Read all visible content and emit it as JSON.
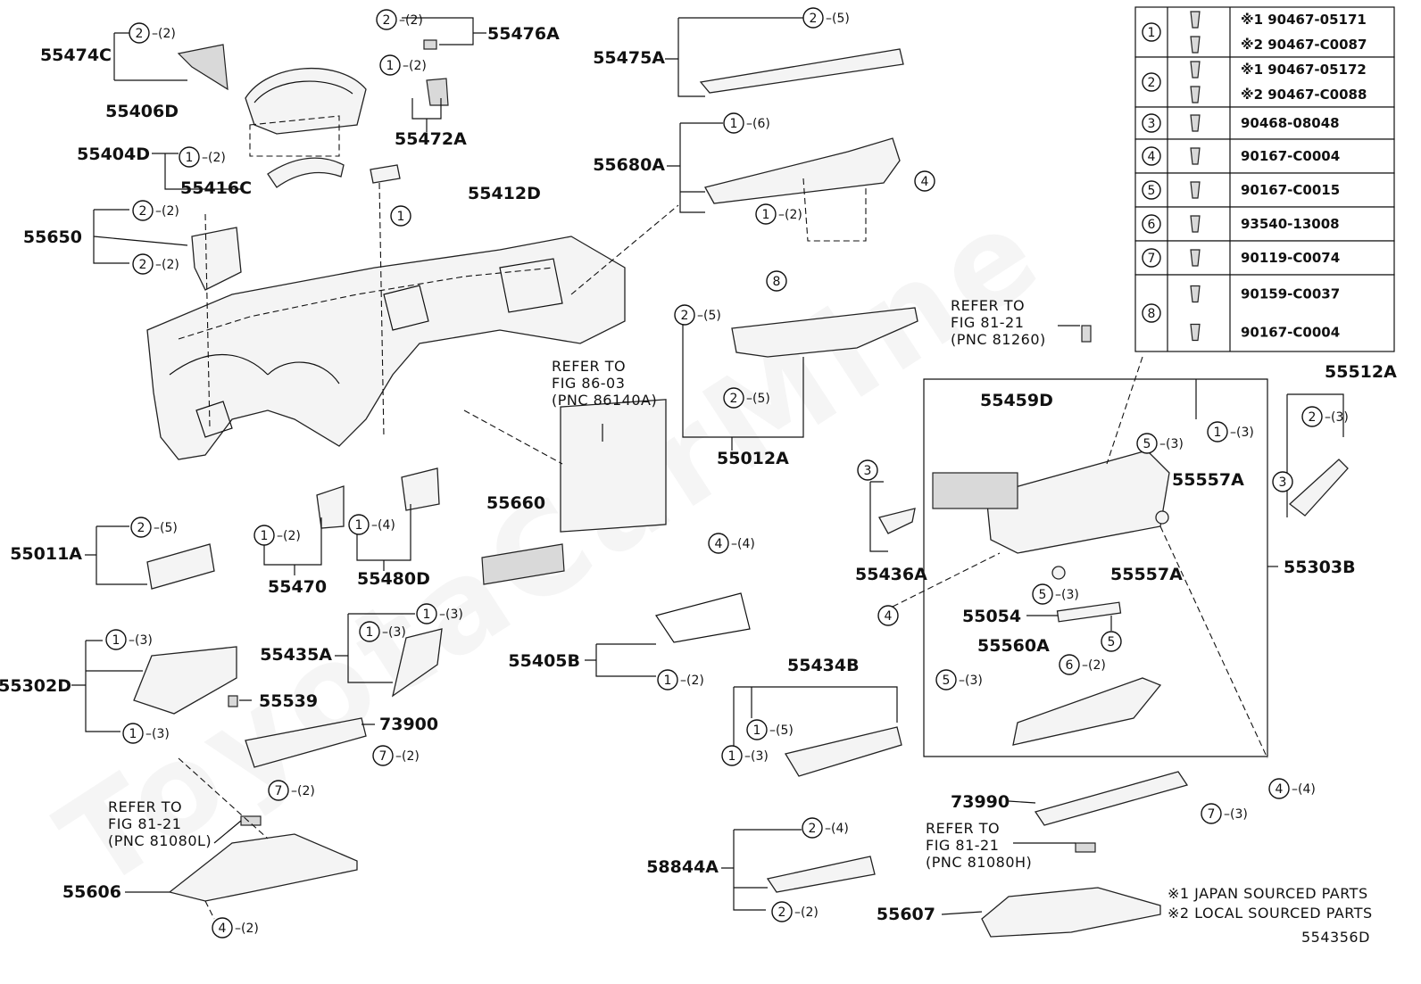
{
  "watermark": "ToyotaCarMine",
  "diagram_code": "554356D",
  "footnotes": [
    "※1 JAPAN SOURCED PARTS",
    "※2 LOCAL SOURCED PARTS"
  ],
  "parts_table": [
    {
      "key": "1",
      "parts": [
        "※1 90467-05171",
        "※2 90467-C0087"
      ]
    },
    {
      "key": "2",
      "parts": [
        "※1 90467-05172",
        "※2 90467-C0088"
      ]
    },
    {
      "key": "3",
      "parts": [
        "90468-08048"
      ]
    },
    {
      "key": "4",
      "parts": [
        "90167-C0004"
      ]
    },
    {
      "key": "5",
      "parts": [
        "90167-C0015"
      ]
    },
    {
      "key": "6",
      "parts": [
        "93540-13008"
      ]
    },
    {
      "key": "7",
      "parts": [
        "90119-C0074"
      ]
    },
    {
      "key": "8",
      "parts": [
        "90159-C0037",
        "90167-C0004"
      ]
    }
  ],
  "references": [
    {
      "lines": [
        "REFER TO",
        "FIG 86-03",
        "(PNC 86140A)"
      ]
    },
    {
      "lines": [
        "REFER TO",
        "FIG 81-21",
        "(PNC 81260)"
      ]
    },
    {
      "lines": [
        "REFER TO",
        "FIG 81-21",
        "(PNC 81080L)"
      ]
    },
    {
      "lines": [
        "REFER TO",
        "FIG 81-21",
        "(PNC 81080H)"
      ]
    }
  ],
  "part_labels": [
    {
      "pn": "55474C",
      "callouts": [
        {
          "key": "2",
          "qty": "(2)"
        }
      ]
    },
    {
      "pn": "55476A",
      "callouts": [
        {
          "key": "2",
          "qty": "(2)"
        }
      ]
    },
    {
      "pn": "55475A",
      "callouts": [
        {
          "key": "2",
          "qty": "(5)"
        }
      ]
    },
    {
      "pn": "55406D",
      "callouts": []
    },
    {
      "pn": "55472A",
      "callouts": [
        {
          "key": "1",
          "qty": "(2)"
        }
      ]
    },
    {
      "pn": "55404D",
      "callouts": [
        {
          "key": "1",
          "qty": "(2)"
        }
      ]
    },
    {
      "pn": "55416C",
      "callouts": []
    },
    {
      "pn": "55680A",
      "callouts": [
        {
          "key": "1",
          "qty": "(6)"
        },
        {
          "key": "1",
          "qty": "(2)"
        },
        {
          "key": "4",
          "qty": ""
        }
      ]
    },
    {
      "pn": "55412D",
      "callouts": [
        {
          "key": "1",
          "qty": ""
        }
      ]
    },
    {
      "pn": "55650",
      "callouts": [
        {
          "key": "2",
          "qty": "(2)"
        },
        {
          "key": "2",
          "qty": "(2)"
        }
      ]
    },
    {
      "pn": "55012A",
      "callouts": [
        {
          "key": "8",
          "qty": ""
        },
        {
          "key": "2",
          "qty": "(5)"
        },
        {
          "key": "2",
          "qty": "(5)"
        }
      ]
    },
    {
      "pn": "55459D",
      "callouts": []
    },
    {
      "pn": "55512A",
      "callouts": [
        {
          "key": "2",
          "qty": "(3)"
        },
        {
          "key": "3",
          "qty": ""
        }
      ]
    },
    {
      "pn": "55557A",
      "callouts": [
        {
          "key": "5",
          "qty": "(3)"
        },
        {
          "key": "1",
          "qty": "(3)"
        }
      ]
    },
    {
      "pn": "55660",
      "callouts": []
    },
    {
      "pn": "55436A",
      "callouts": [
        {
          "key": "3",
          "qty": ""
        }
      ]
    },
    {
      "pn": "55011A",
      "callouts": [
        {
          "key": "2",
          "qty": "(5)"
        }
      ]
    },
    {
      "pn": "55470",
      "callouts": [
        {
          "key": "1",
          "qty": "(2)"
        }
      ]
    },
    {
      "pn": "55480D",
      "callouts": [
        {
          "key": "1",
          "qty": "(4)"
        }
      ]
    },
    {
      "pn": "55303B",
      "callouts": []
    },
    {
      "pn": "55557A",
      "callouts": [
        {
          "key": "5",
          "qty": "(3)"
        }
      ]
    },
    {
      "pn": "55054",
      "callouts": [
        {
          "key": "5",
          "qty": ""
        }
      ]
    },
    {
      "pn": "55435A",
      "callouts": [
        {
          "key": "1",
          "qty": "(3)"
        },
        {
          "key": "1",
          "qty": "(3)"
        }
      ]
    },
    {
      "pn": "55405B",
      "callouts": [
        {
          "key": "4",
          "qty": "(4)"
        },
        {
          "key": "1",
          "qty": "(2)"
        }
      ]
    },
    {
      "pn": "55560A",
      "callouts": [
        {
          "key": "5",
          "qty": "(3)"
        },
        {
          "key": "6",
          "qty": "(2)"
        }
      ]
    },
    {
      "pn": "55302D",
      "callouts": [
        {
          "key": "1",
          "qty": "(3)"
        },
        {
          "key": "1",
          "qty": "(3)"
        }
      ]
    },
    {
      "pn": "55539",
      "callouts": []
    },
    {
      "pn": "55434B",
      "callouts": [
        {
          "key": "1",
          "qty": "(5)"
        },
        {
          "key": "1",
          "qty": "(3)"
        }
      ]
    },
    {
      "pn": "73900",
      "callouts": [
        {
          "key": "7",
          "qty": "(2)"
        },
        {
          "key": "7",
          "qty": "(2)"
        }
      ]
    },
    {
      "pn": "73990",
      "callouts": [
        {
          "key": "7",
          "qty": "(3)"
        },
        {
          "key": "4",
          "qty": "(4)"
        }
      ]
    },
    {
      "pn": "58844A",
      "callouts": [
        {
          "key": "2",
          "qty": "(4)"
        },
        {
          "key": "2",
          "qty": "(2)"
        }
      ]
    },
    {
      "pn": "55606",
      "callouts": [
        {
          "key": "4",
          "qty": "(2)"
        }
      ]
    },
    {
      "pn": "55607",
      "callouts": []
    }
  ],
  "loose_callouts": [
    {
      "key": "4",
      "qty": ""
    }
  ]
}
